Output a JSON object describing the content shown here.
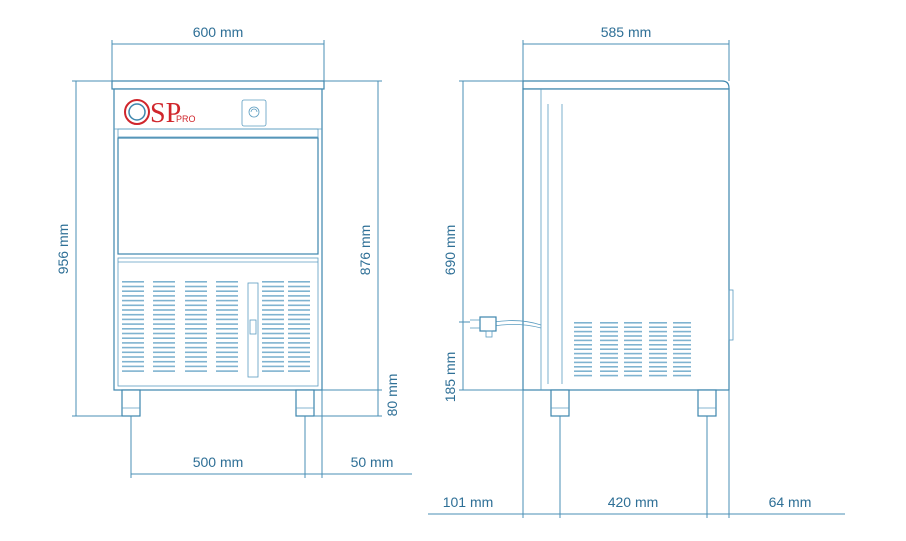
{
  "logo": {
    "brand_letters": "SP",
    "brand_suffix": "PRO",
    "brand_color": "#d0262c"
  },
  "colors": {
    "line": "#3d86ad",
    "text": "#2e6f96"
  },
  "dimensions": {
    "front_width": "600 mm",
    "front_height_total": "956 mm",
    "front_height_body": "876 mm",
    "feet_height": "80 mm",
    "feet_spacing": "500 mm",
    "feet_offset": "50 mm",
    "side_depth": "585 mm",
    "side_upper_height": "690 mm",
    "side_lower_height": "185 mm",
    "rear_offset": "101 mm",
    "side_feet_spacing": "420 mm",
    "front_offset": "64 mm"
  }
}
